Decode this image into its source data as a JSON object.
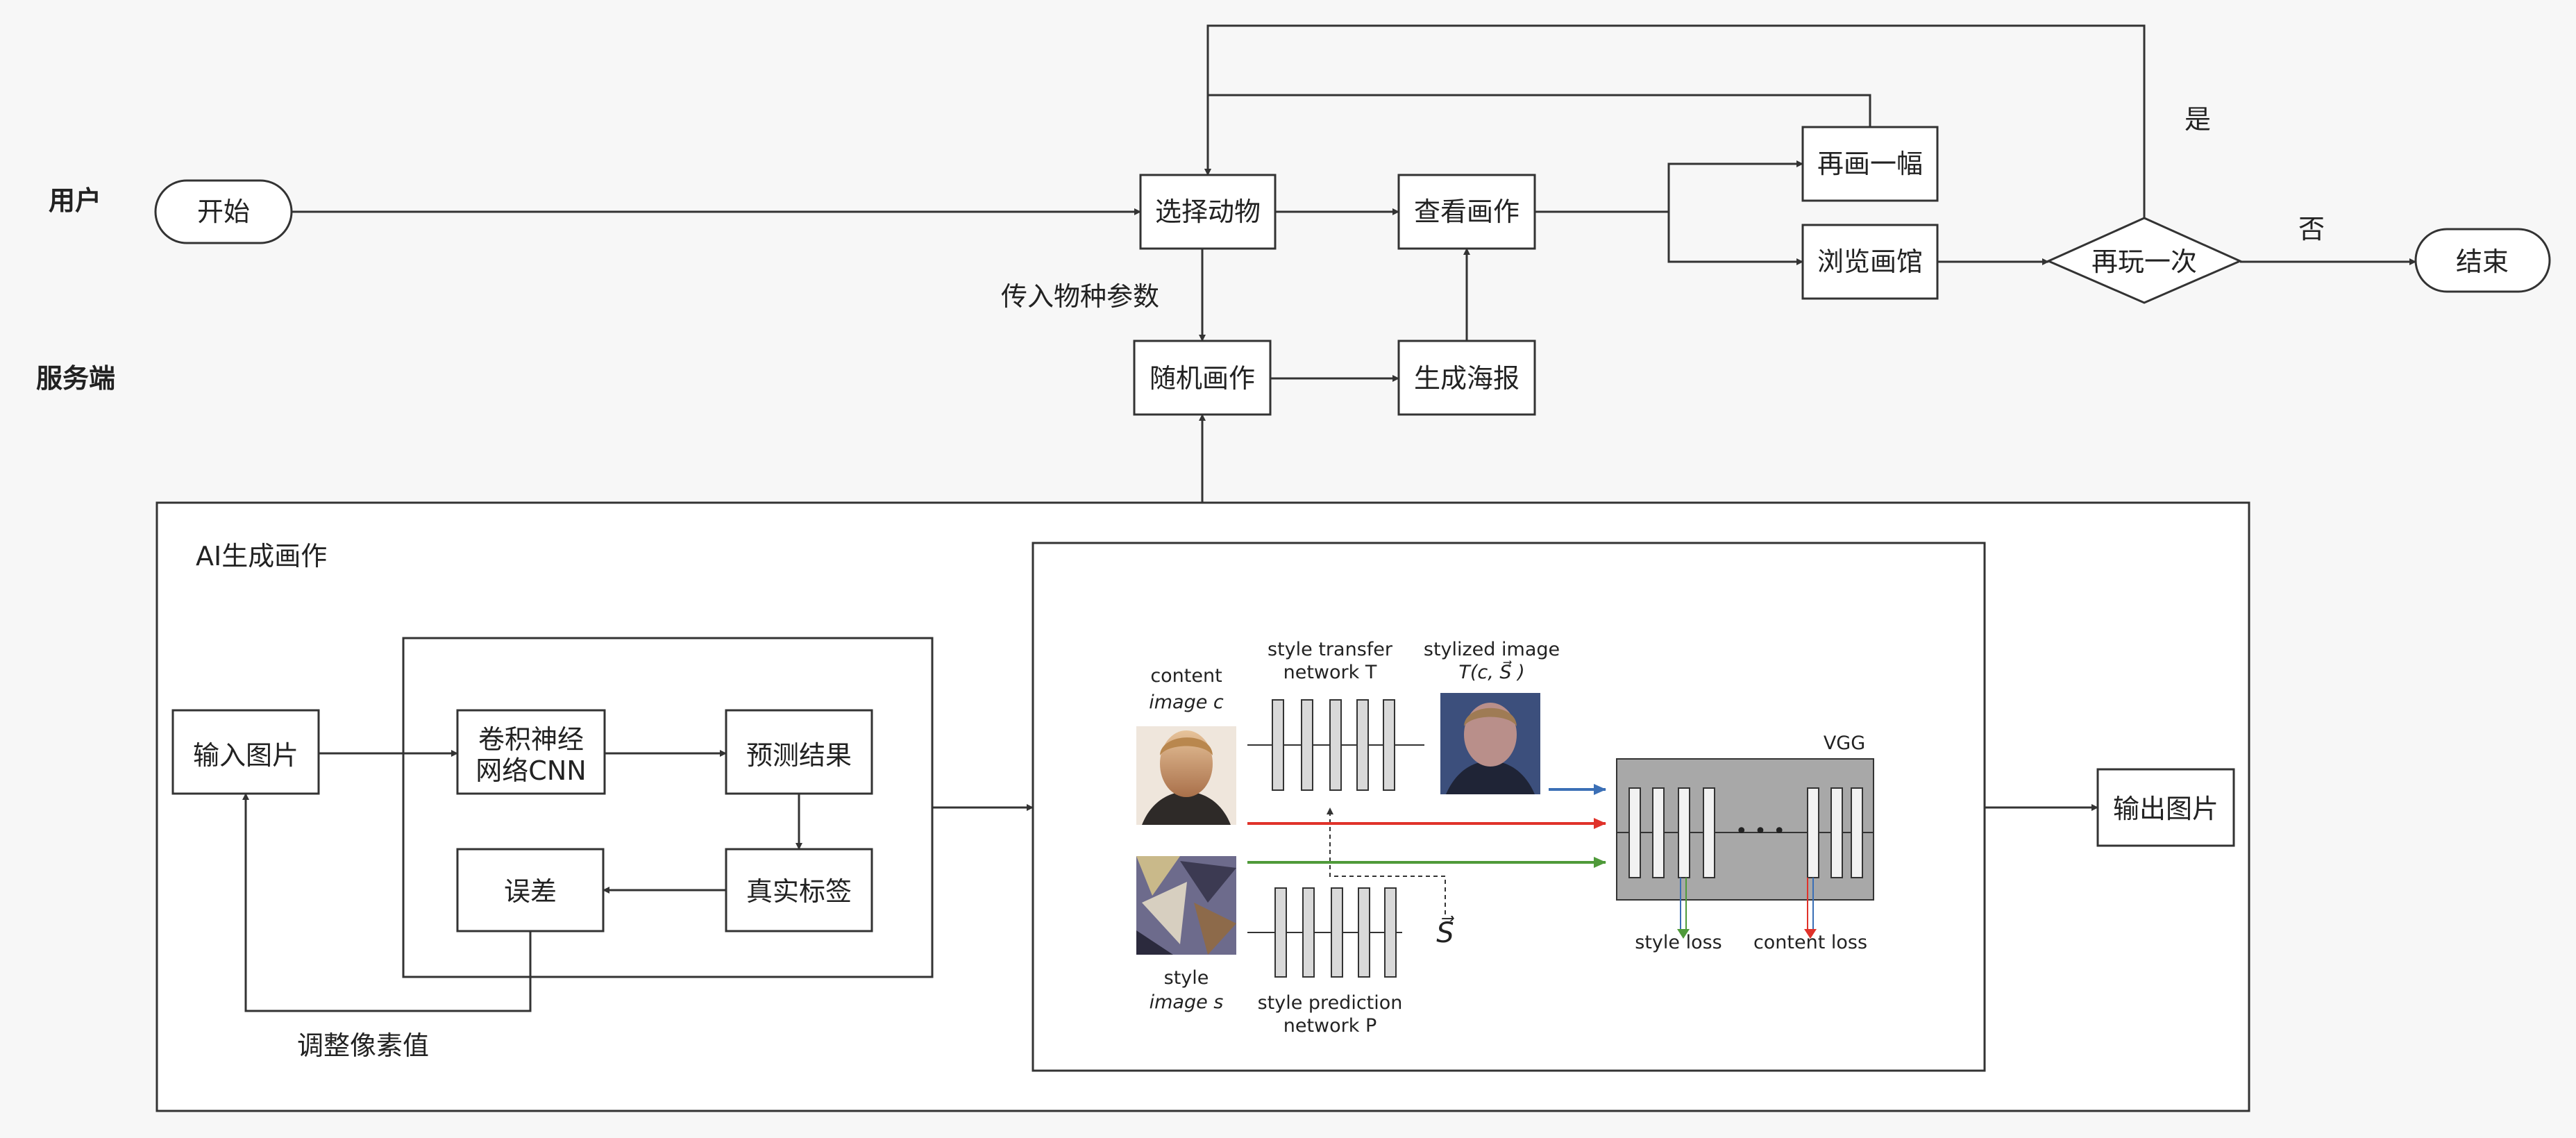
{
  "lanes": {
    "user": "用户",
    "server": "服务端"
  },
  "nodes": {
    "start": "开始",
    "select_animal": "选择动物",
    "view_painting": "查看画作",
    "draw_again": "再画一幅",
    "browse_gallery": "浏览画馆",
    "play_again": "再玩一次",
    "end": "结束",
    "random_painting": "随机画作",
    "generate_poster": "生成海报"
  },
  "edge_labels": {
    "species_param": "传入物种参数",
    "yes": "是",
    "no": "否",
    "adjust_pixels": "调整像素值"
  },
  "ai_section": {
    "title": "AI生成画作",
    "input_image": "输入图片",
    "cnn": [
      "卷积神经",
      "网络CNN"
    ],
    "prediction": "预测结果",
    "true_label": "真实标签",
    "error": "误差",
    "output_image": "输出图片"
  },
  "style_figure": {
    "content_image": [
      "content",
      "image c"
    ],
    "style_transfer_network": [
      "style transfer",
      "network T"
    ],
    "stylized_image": [
      "stylized image",
      "T(c, S⃗ )"
    ],
    "vgg": "VGG",
    "style_image": [
      "style",
      "image s"
    ],
    "style_prediction_network": [
      "style prediction",
      "network P"
    ],
    "style_vector": "S⃗",
    "dots": "• • •",
    "style_loss": "style loss",
    "content_loss": "content loss"
  },
  "colors": {
    "blue_arrow": "#3b6fb6",
    "red_arrow": "#e0322a",
    "green_arrow": "#4f9a3a"
  }
}
